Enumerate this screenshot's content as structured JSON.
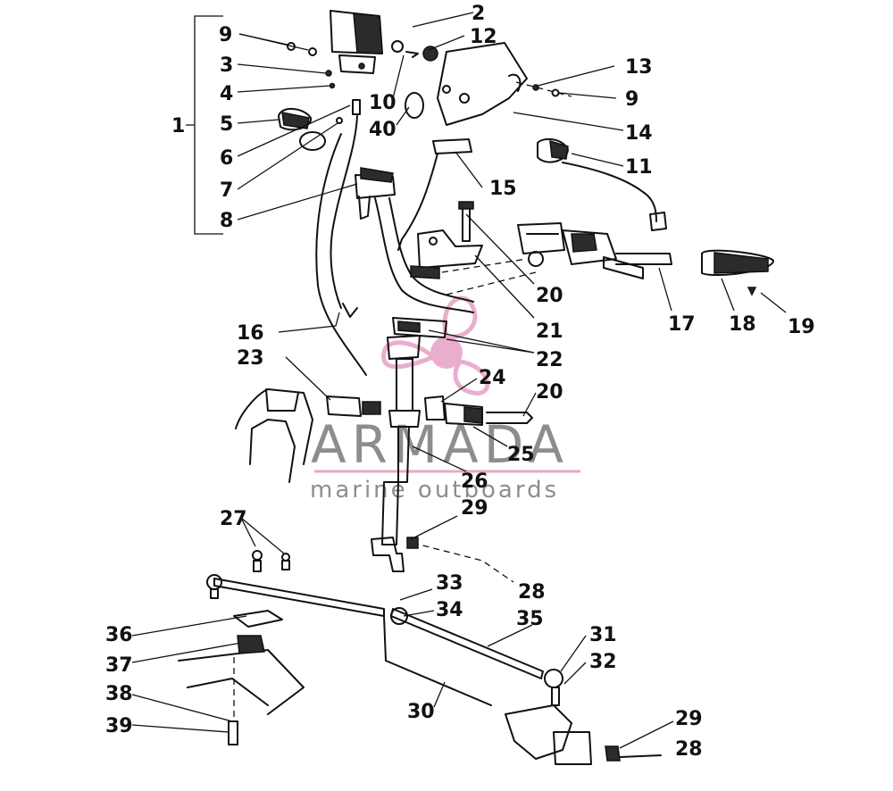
{
  "watermark": {
    "brand": "ARMADA",
    "tagline": "marine outboards",
    "accent_color": "#e8a6c8",
    "text_color": "#7a7a7a"
  },
  "callouts": {
    "c1": "1",
    "c2": "2",
    "c3": "3",
    "c4": "4",
    "c5": "5",
    "c6": "6",
    "c7": "7",
    "c8": "8",
    "c9a": "9",
    "c9b": "9",
    "c10": "10",
    "c11": "11",
    "c12": "12",
    "c13": "13",
    "c14": "14",
    "c15": "15",
    "c16": "16",
    "c17": "17",
    "c18": "18",
    "c19": "19",
    "c20a": "20",
    "c20b": "20",
    "c21": "21",
    "c22": "22",
    "c23": "23",
    "c24": "24",
    "c25": "25",
    "c26": "26",
    "c27": "27",
    "c28a": "28",
    "c28b": "28",
    "c29a": "29",
    "c29b": "29",
    "c30": "30",
    "c31": "31",
    "c32": "32",
    "c33": "33",
    "c34": "34",
    "c35": "35",
    "c36": "36",
    "c37": "37",
    "c38": "38",
    "c39": "39",
    "c40": "40"
  }
}
